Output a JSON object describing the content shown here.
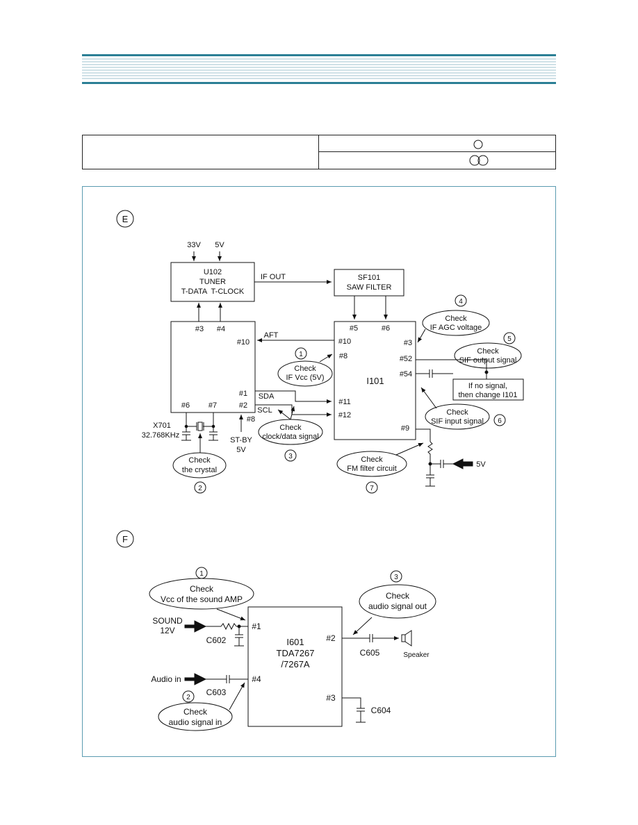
{
  "section_e": {
    "label": "E",
    "tuner": {
      "volt_a": "33V",
      "volt_b": "5V",
      "name": "U102",
      "title": "TUNER",
      "pins": "T-DATA  T-CLOCK"
    },
    "if_out": "IF OUT",
    "saw": {
      "name": "SF101",
      "title": "SAW FILTER"
    },
    "micom": {
      "p3": "#3",
      "p4": "#4",
      "p10": "#10",
      "p1": "#1",
      "p2": "#2",
      "p6": "#6",
      "p7": "#7",
      "p8": "#8"
    },
    "aft": "AFT",
    "sda": "SDA",
    "scl": "SCL",
    "ic101": {
      "name": "I101",
      "p5": "#5",
      "p6": "#6",
      "p10": "#10",
      "p8": "#8",
      "p11": "#11",
      "p12": "#12",
      "p3": "#3",
      "p52": "#52",
      "p54": "#54",
      "p9": "#9"
    },
    "crystal": {
      "ref": "X701",
      "freq": "32.768KHz"
    },
    "standby": {
      "l1": "ST-BY",
      "l2": "5V"
    },
    "supply": "5V",
    "bubbles": {
      "b1": {
        "num": "1",
        "l1": "Check",
        "l2": "IF Vcc (5V)"
      },
      "b2": {
        "num": "2",
        "l1": "Check",
        "l2": "the crystal"
      },
      "b3": {
        "num": "3",
        "l1": "Check",
        "l2": "clock/data signal"
      },
      "b4": {
        "num": "4",
        "l1": "Check",
        "l2": "IF AGC voltage"
      },
      "b5": {
        "num": "5",
        "l1": "Check",
        "l2": "SIF output signal"
      },
      "b6": {
        "num": "6",
        "l1": "Check",
        "l2": "SIF input signal"
      },
      "b7": {
        "num": "7",
        "l1": "Check",
        "l2": "FM filter circuit"
      }
    },
    "note": {
      "l1": "If no signal,",
      "l2": "then change I101"
    }
  },
  "section_f": {
    "label": "F",
    "amp": {
      "ref": "I601",
      "l2": "TDA7267",
      "l3": "/7267A",
      "p1": "#1",
      "p2": "#2",
      "p3": "#3",
      "p4": "#4"
    },
    "sound_supply": {
      "l1": "SOUND",
      "l2": "12V"
    },
    "audio_in": "Audio in",
    "caps": {
      "c602": "C602",
      "c603": "C603",
      "c604": "C604",
      "c605": "C605"
    },
    "speaker": "Speaker",
    "bubbles": {
      "b1": {
        "num": "1",
        "l1": "Check",
        "l2": "Vcc of the sound AMP"
      },
      "b2": {
        "num": "2",
        "l1": "Check",
        "l2": "audio signal in"
      },
      "b3": {
        "num": "3",
        "l1": "Check",
        "l2": "audio signal out"
      }
    }
  },
  "colors": {
    "header_rule": "#2b7f95",
    "frame": "#5a9bb0",
    "line": "#111111"
  }
}
